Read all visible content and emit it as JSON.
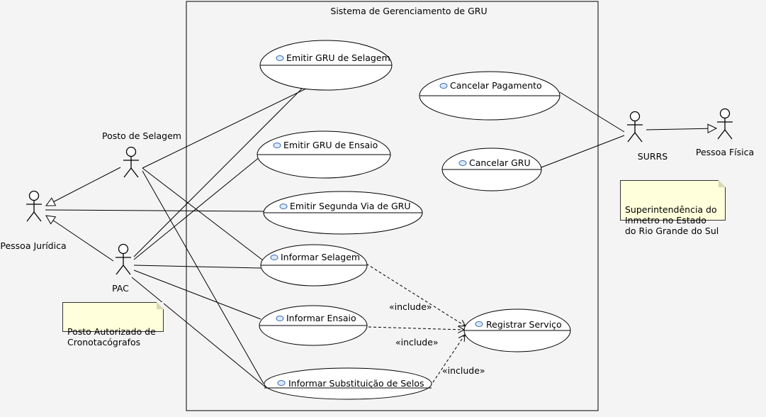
{
  "system": {
    "title": "Sistema de Gerenciamento de GRU"
  },
  "actors": {
    "posto": "Posto de Selagem",
    "juridica": "Pessoa Jurídica",
    "pac": "PAC",
    "surrs": "SURRS",
    "fisica": "Pessoa Física"
  },
  "use_cases": {
    "emitir_selagem": "Emitir GRU de Selagem",
    "emitir_ensaio": "Emitir GRU de Ensaio",
    "segunda_via": "Emitir Segunda Via de GRU",
    "informar_selagem": "Informar Selagem",
    "informar_ensaio": "Informar Ensaio",
    "informar_substituicao": "Informar Substituição de Selos",
    "cancelar_pagamento": "Cancelar Pagamento",
    "cancelar_gru": "Cancelar GRU",
    "registrar_servico": "Registrar Serviço"
  },
  "stereotypes": {
    "include": "«include»"
  },
  "notes": {
    "pac": "Posto Autorizado de\nCronotacógrafos",
    "surrs": "Superintendência do\nInmetro no Estado\ndo Rio Grande do Sul"
  },
  "colors": {
    "background": "#f4f4f4",
    "note": "#ffffdc",
    "usecase_fill": "#ffffff",
    "usecase_icon": "#dce9f7"
  }
}
